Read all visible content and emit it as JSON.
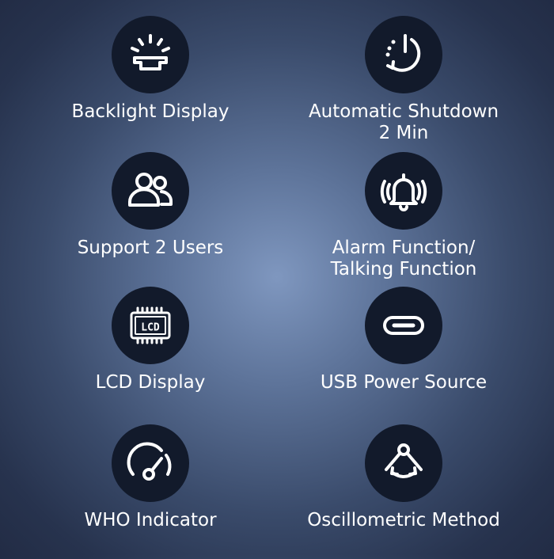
{
  "features": [
    {
      "label": "Backlight Display",
      "icon": "backlight-icon"
    },
    {
      "label": "Automatic Shutdown\n2 Min",
      "icon": "power-timer-icon"
    },
    {
      "label": "Support  2 Users",
      "icon": "users-icon"
    },
    {
      "label": "Alarm Function/\nTalking Function",
      "icon": "alarm-bell-icon"
    },
    {
      "label": "LCD Display",
      "icon": "lcd-chip-icon"
    },
    {
      "label": "USB Power Source",
      "icon": "usb-c-icon"
    },
    {
      "label": "WHO Indicator",
      "icon": "gauge-icon"
    },
    {
      "label": "Oscillometric Method",
      "icon": "oscillometric-icon"
    }
  ],
  "lcd_text": "LCD"
}
